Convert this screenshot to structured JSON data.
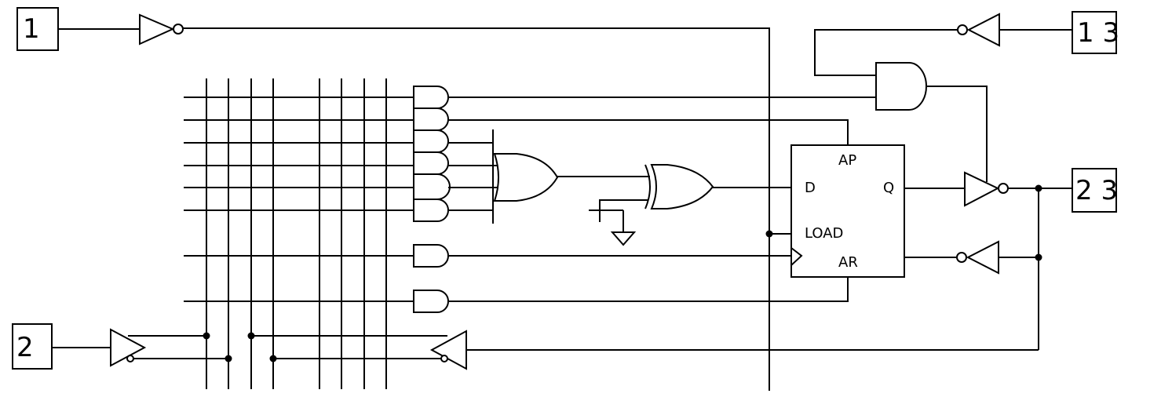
{
  "pins": {
    "pin1": "1",
    "pin2": "2",
    "pin13": "1 3",
    "pin23": "2 3"
  },
  "flipflop": {
    "ap": "AP",
    "d": "D",
    "q": "Q",
    "load": "LOAD",
    "ar": "AR"
  }
}
